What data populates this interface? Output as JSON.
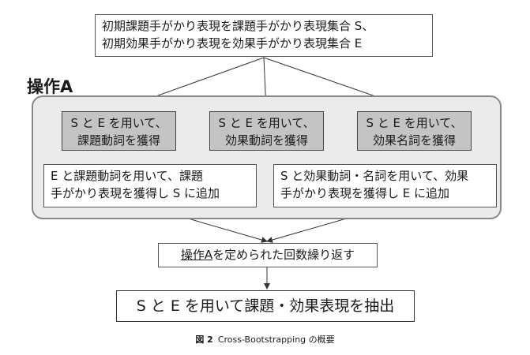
{
  "initial_box": {
    "text": "初期課題手がかり表現を課題手がかり表現集合 S、\n初期効果手がかり表現を効果手がかり表現集合 E"
  },
  "operation_label": "操作A",
  "gray_boxes": [
    {
      "text": "S と E を用いて、\n課題動詞を獲得"
    },
    {
      "text": "S と E を用いて、\n効果動詞を獲得"
    },
    {
      "text": "S と E を用いて、\n効果名詞を獲得"
    }
  ],
  "white_boxes": [
    {
      "text": "E と課題動詞を用いて、課題\n手がかり表現を獲得し S に追加"
    },
    {
      "text": "S と効果動詞・名詞を用いて、効果\n手がかり表現を獲得し E に追加"
    }
  ],
  "repeat_box": {
    "underlined": "操作A",
    "rest": "を定められた回数繰り返す"
  },
  "final_box": {
    "text": "S と E を用いて課題・効果表現を抽出"
  },
  "caption": {
    "figure": "図 2",
    "text": "Cross-Bootstrapping の概要"
  }
}
